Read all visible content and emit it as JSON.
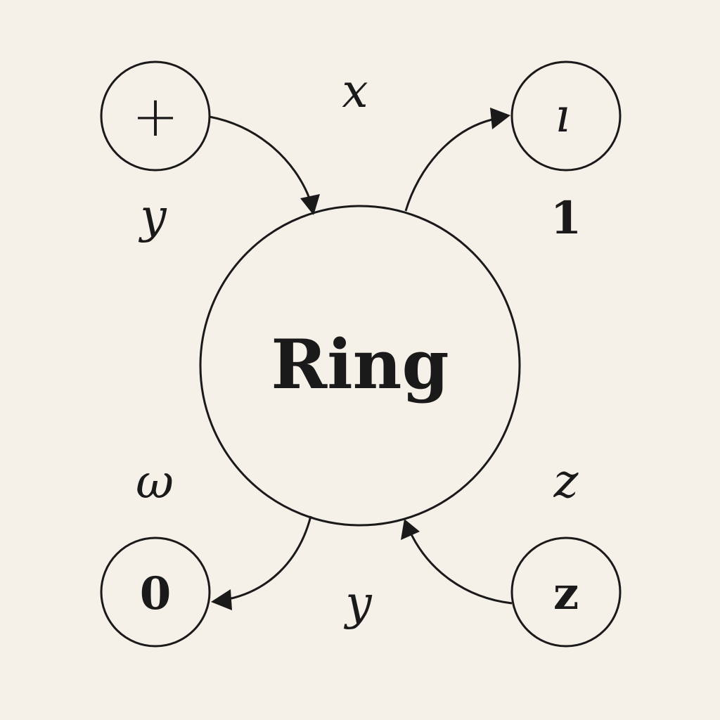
{
  "center": {
    "label": "Ring"
  },
  "nodes": {
    "top_left": {
      "label": "+"
    },
    "top_right": {
      "label": "ı"
    },
    "bottom_left": {
      "label": "0"
    },
    "bottom_right": {
      "label": "z"
    }
  },
  "labels": {
    "top": "x",
    "top_left_below": "y",
    "top_right_below": "1",
    "bottom_left_above": "ω",
    "bottom_right_above": "z",
    "bottom": "y"
  },
  "edges": [
    {
      "from": "+",
      "to": "Ring"
    },
    {
      "from": "Ring",
      "to": "ı"
    },
    {
      "from": "Ring",
      "to": "0"
    },
    {
      "from": "z",
      "to": "Ring"
    }
  ]
}
